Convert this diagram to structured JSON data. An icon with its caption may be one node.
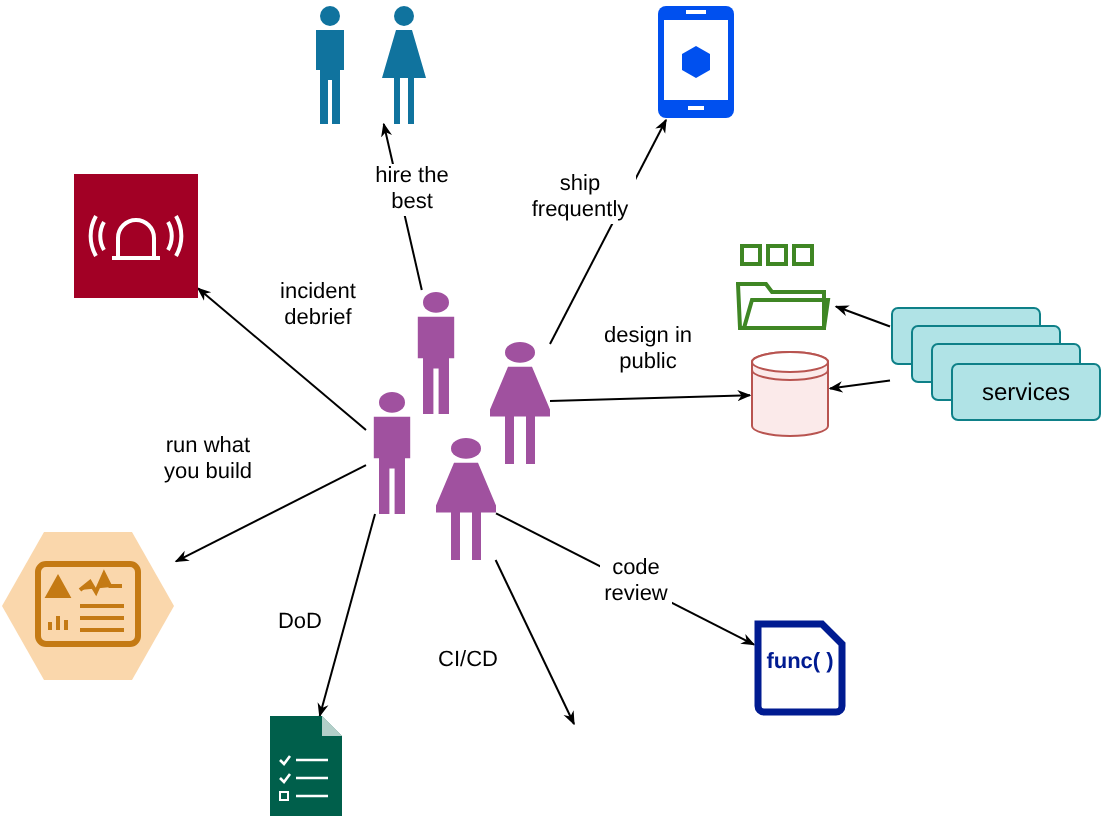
{
  "diagram": {
    "nodes": [
      {
        "text": [],
        "shape": "people"
      },
      {
        "text": [],
        "shape": "phone"
      },
      {
        "text": [],
        "shape": "alarm"
      },
      {
        "text": [],
        "shape": "folder"
      },
      {
        "text": [],
        "shape": "person"
      },
      {
        "text": [],
        "shape": "cylinder"
      },
      {
        "text": [],
        "shape": "person"
      },
      {
        "text": [
          "services"
        ]
      },
      {
        "text": [],
        "shape": "person"
      },
      {
        "text": [],
        "shape": "person"
      },
      {
        "text": [],
        "shape": "hexagon"
      },
      {
        "text": [
          "func( )"
        ]
      },
      {
        "text": [],
        "shape": "document"
      }
    ],
    "edges": [
      {
        "from": 4,
        "to": 0,
        "arrow": "to",
        "label": "hire the best"
      },
      {
        "from": 6,
        "to": 1,
        "arrow": "to",
        "label": "ship frequently"
      },
      {
        "from": 8,
        "to": 2,
        "arrow": "to",
        "label": "incident debrief"
      },
      {
        "from": 6,
        "to": 5,
        "arrow": "to",
        "label": "design in public"
      },
      {
        "from": 7,
        "to": 3,
        "arrow": "to"
      },
      {
        "from": 7,
        "to": 5,
        "arrow": "to"
      },
      {
        "from": 8,
        "to": 10,
        "arrow": "to",
        "label": "run what you build"
      },
      {
        "from": 9,
        "to": 11,
        "arrow": "to",
        "label": "code review"
      },
      {
        "from": 8,
        "to": 12,
        "arrow": "to",
        "label": "DoD"
      },
      {
        "from": 9,
        "to": null,
        "arrow": "to",
        "label": "CI/CD"
      }
    ]
  }
}
